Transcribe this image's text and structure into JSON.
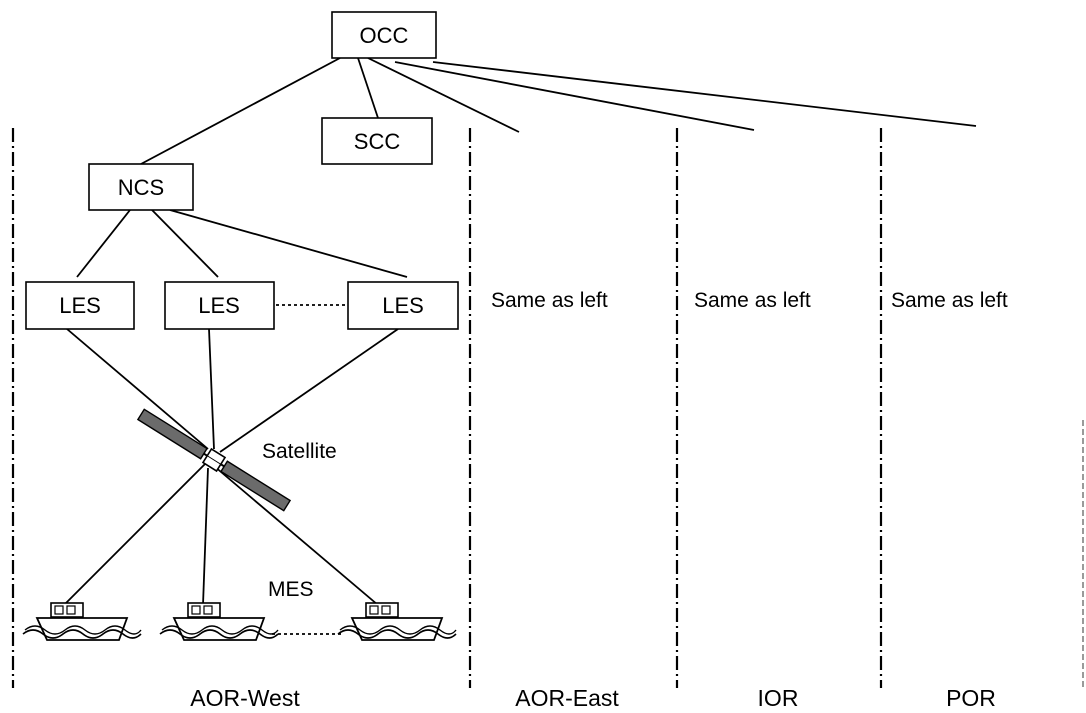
{
  "nodes": {
    "occ": "OCC",
    "scc": "SCC",
    "ncs": "NCS",
    "les": "LES",
    "satellite": "Satellite",
    "mes": "MES"
  },
  "regions": {
    "aor_west": "AOR-West",
    "aor_east": "AOR-East",
    "ior": "IOR",
    "por": "POR"
  },
  "same_as_left": "Same as left"
}
